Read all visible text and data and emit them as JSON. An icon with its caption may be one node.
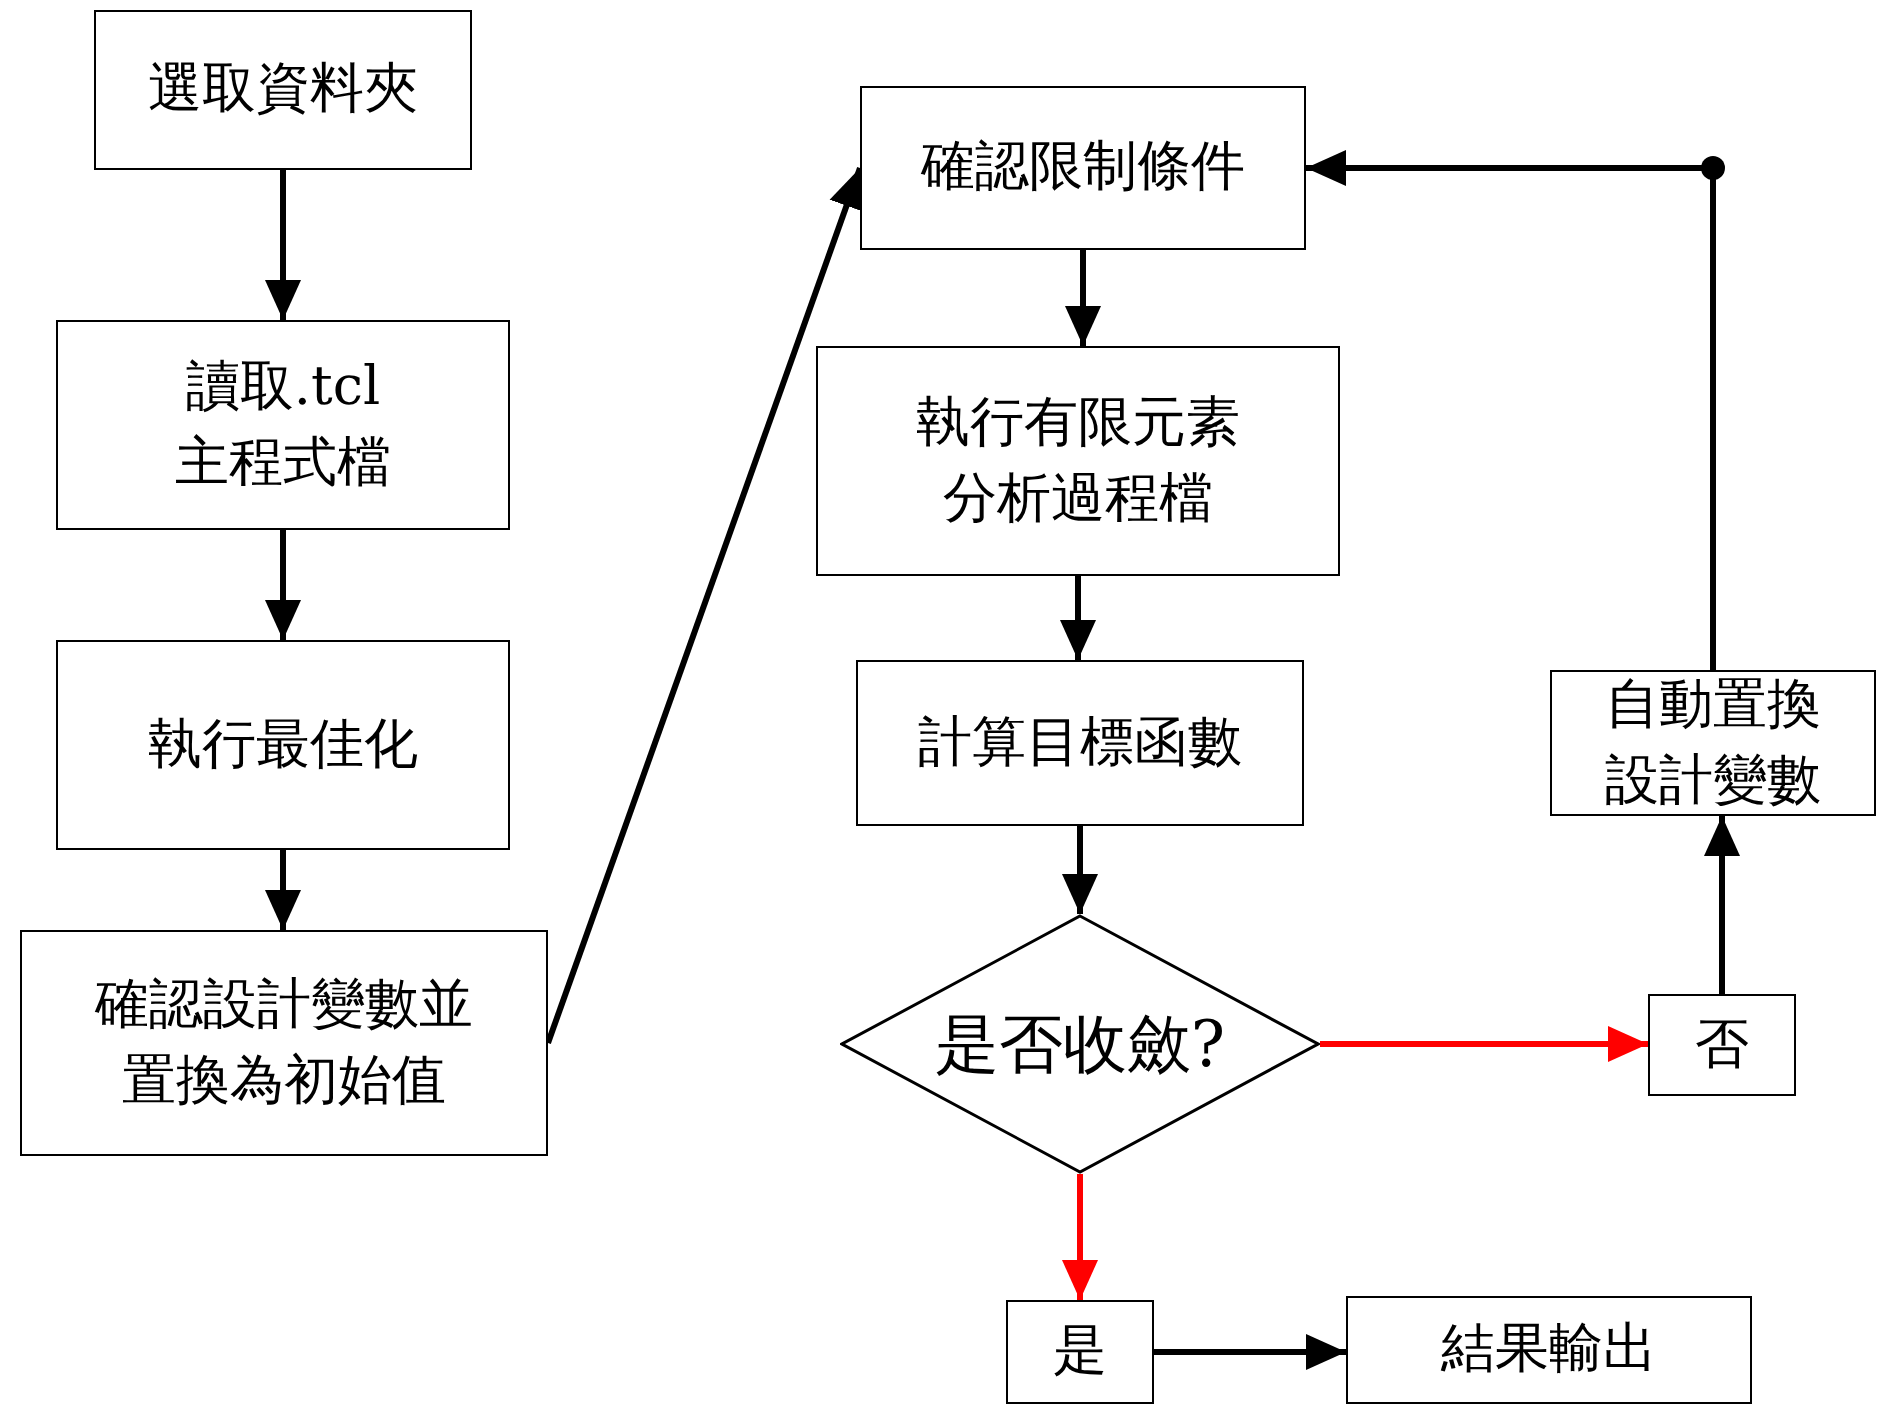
{
  "diagram": {
    "nodes": [
      {
        "text": [
          "選取資料夾"
        ]
      },
      {
        "text": [
          "讀取.tcl主程式檔"
        ]
      },
      {
        "text": [
          "執行最佳化"
        ]
      },
      {
        "text": [
          "確認設計變數並置換為初始值"
        ]
      },
      {
        "text": [
          "確認限制條件"
        ]
      },
      {
        "text": [
          "執行有限元素分析過程檔"
        ]
      },
      {
        "text": [
          "計算目標函數"
        ]
      },
      {
        "text": [
          "是否收斂?"
        ]
      },
      {
        "text": [
          "否"
        ]
      },
      {
        "text": [
          "自動置換設計變數"
        ]
      },
      {
        "text": [
          "是"
        ]
      },
      {
        "text": [
          "結果輸出"
        ]
      }
    ],
    "edges": [
      {
        "from": 0,
        "to": 1,
        "arrow": "to"
      },
      {
        "from": 1,
        "to": 2,
        "arrow": "to"
      },
      {
        "from": 2,
        "to": 3,
        "arrow": "to"
      },
      {
        "from": 3,
        "to": 4,
        "arrow": "to"
      },
      {
        "from": 4,
        "to": 5,
        "arrow": "to"
      },
      {
        "from": 5,
        "to": 6,
        "arrow": "to"
      },
      {
        "from": 6,
        "to": 7,
        "arrow": "to"
      },
      {
        "from": 7,
        "to": 8,
        "arrow": "to",
        "color": "#ff0000"
      },
      {
        "from": 8,
        "to": 9,
        "arrow": "to"
      },
      {
        "from": 9,
        "to": 4,
        "arrow": "to"
      },
      {
        "from": 7,
        "to": 10,
        "arrow": "to",
        "color": "#ff0000"
      },
      {
        "from": 10,
        "to": 11,
        "arrow": "to"
      }
    ]
  }
}
